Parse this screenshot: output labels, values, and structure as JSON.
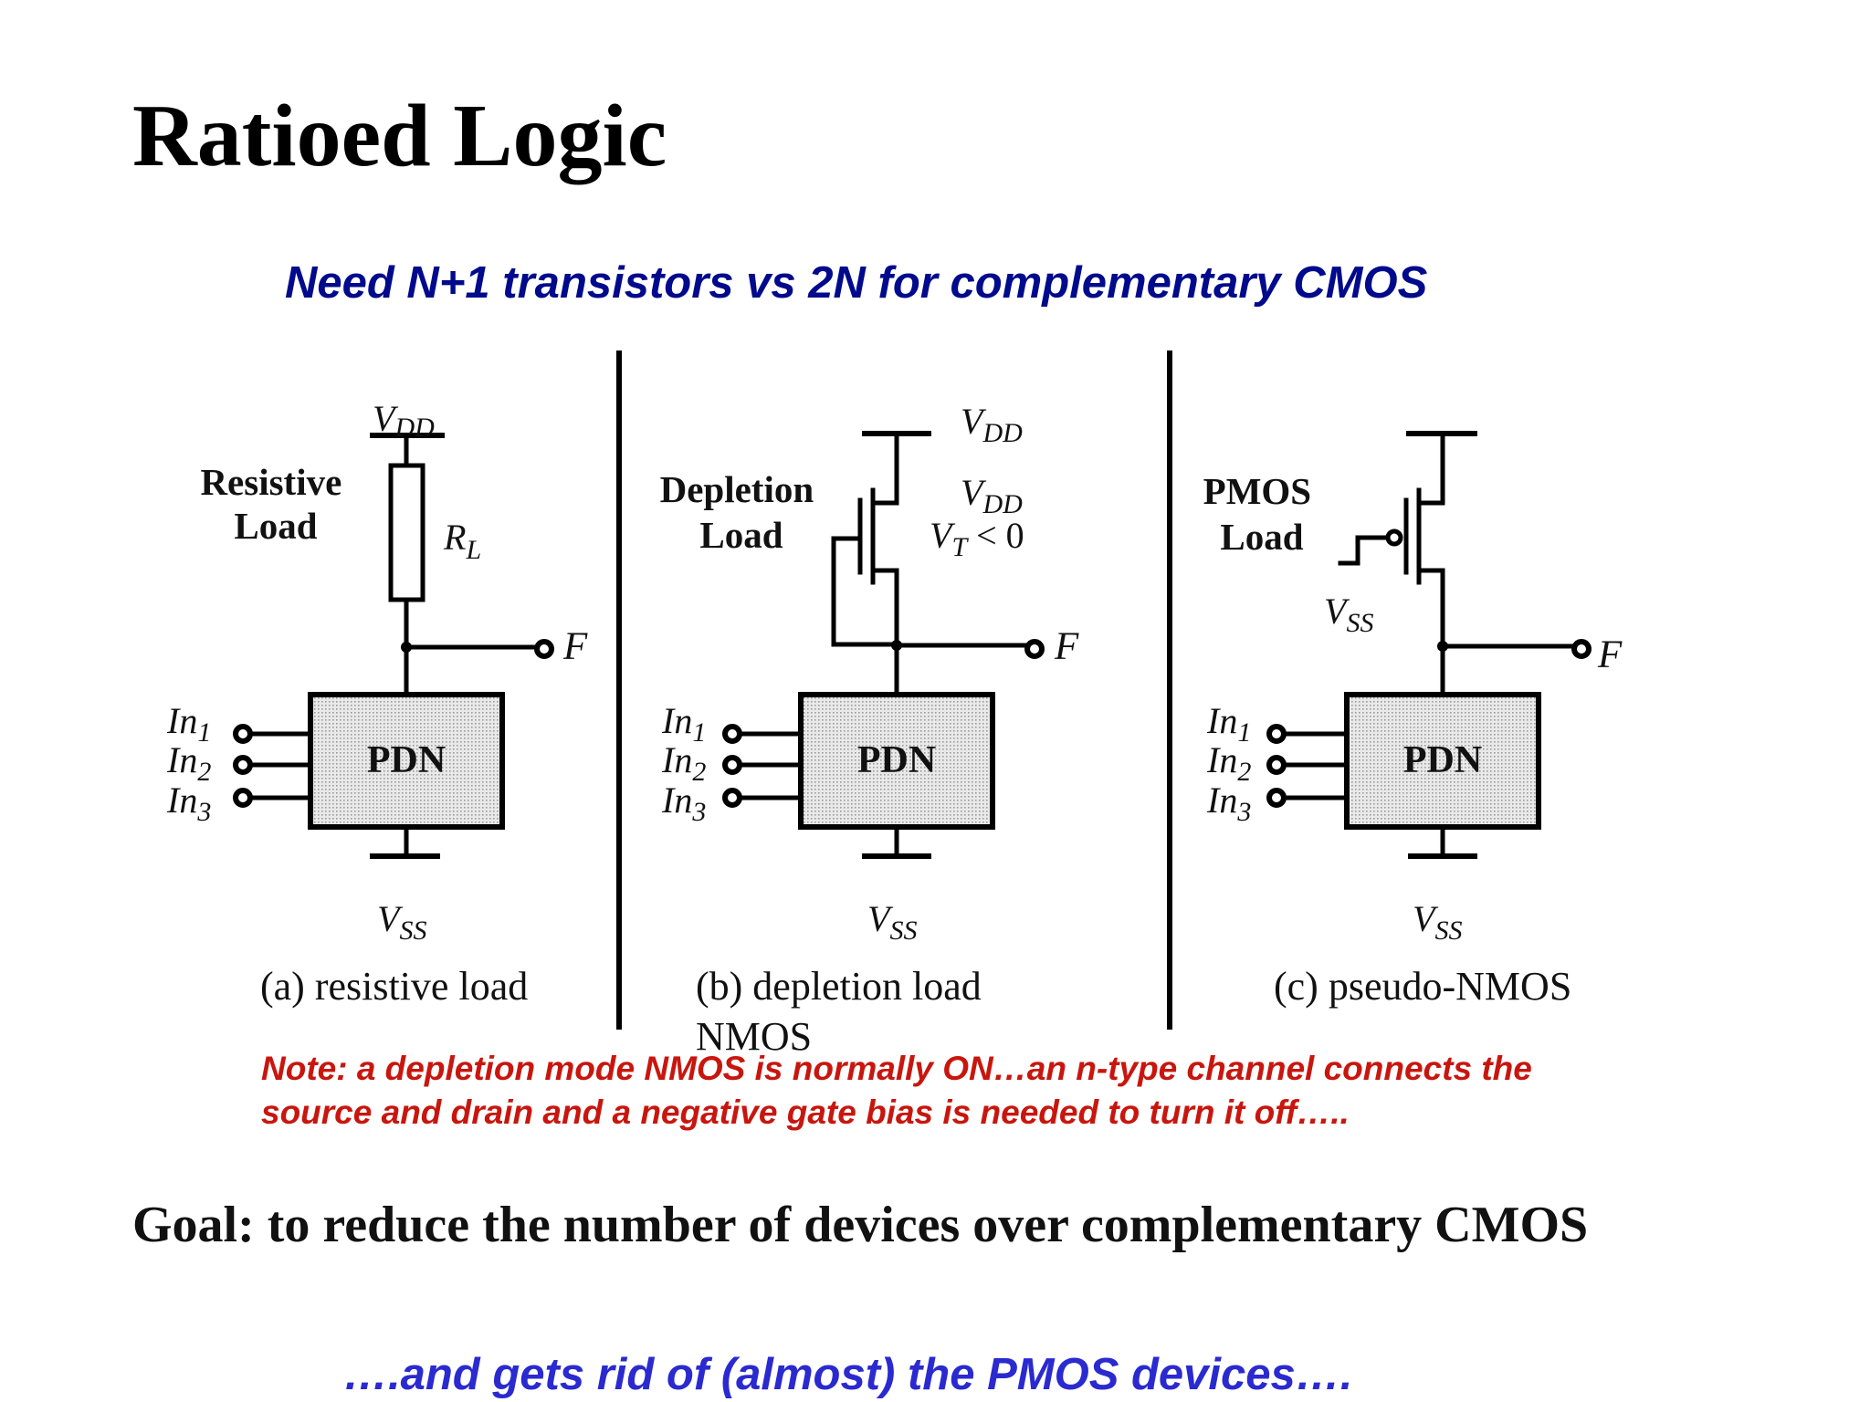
{
  "slide": {
    "title": "Ratioed Logic",
    "subtitle": "Need N+1 transistors vs 2N for complementary CMOS",
    "note": "Note: a depletion mode NMOS is normally ON…an n-type channel connects the source and drain and a negative gate bias is needed to turn it off…..",
    "goal": "Goal: to reduce the number of devices over complementary CMOS",
    "footer": "….and gets rid of (almost) the PMOS devices…."
  },
  "common": {
    "vdd": {
      "main": "V",
      "sub": "DD"
    },
    "vss": {
      "main": "V",
      "sub": "SS"
    },
    "output": "F",
    "pdn": "PDN",
    "inputs": [
      {
        "main": "In",
        "sub": "1"
      },
      {
        "main": "In",
        "sub": "2"
      },
      {
        "main": "In",
        "sub": "3"
      }
    ]
  },
  "panels": [
    {
      "load_label": [
        "Resistive",
        "Load"
      ],
      "resistor": {
        "main": "R",
        "sub": "L"
      },
      "caption": [
        "(a) resistive load"
      ]
    },
    {
      "load_label": [
        "Depletion",
        "Load"
      ],
      "threshold": {
        "main": "V",
        "sub": "T",
        "rest": " < 0"
      },
      "caption": [
        "(b) depletion load",
        "NMOS"
      ]
    },
    {
      "load_label": [
        "PMOS",
        "Load"
      ],
      "caption": [
        "(c) pseudo-NMOS"
      ]
    }
  ]
}
